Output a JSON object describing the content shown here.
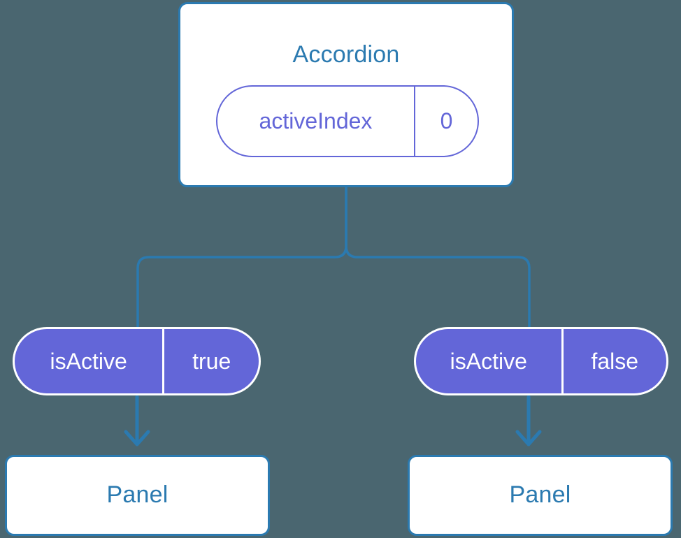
{
  "diagram": {
    "background_color": "#4a6670",
    "accent_blue": "#2b7ab0",
    "accent_indigo": "#6366d8",
    "root": {
      "title": "Accordion",
      "state": {
        "key": "activeIndex",
        "value": "0"
      }
    },
    "branches": [
      {
        "prop": {
          "key": "isActive",
          "value": "true"
        },
        "child": {
          "title": "Panel"
        }
      },
      {
        "prop": {
          "key": "isActive",
          "value": "false"
        },
        "child": {
          "title": "Panel"
        }
      }
    ]
  }
}
